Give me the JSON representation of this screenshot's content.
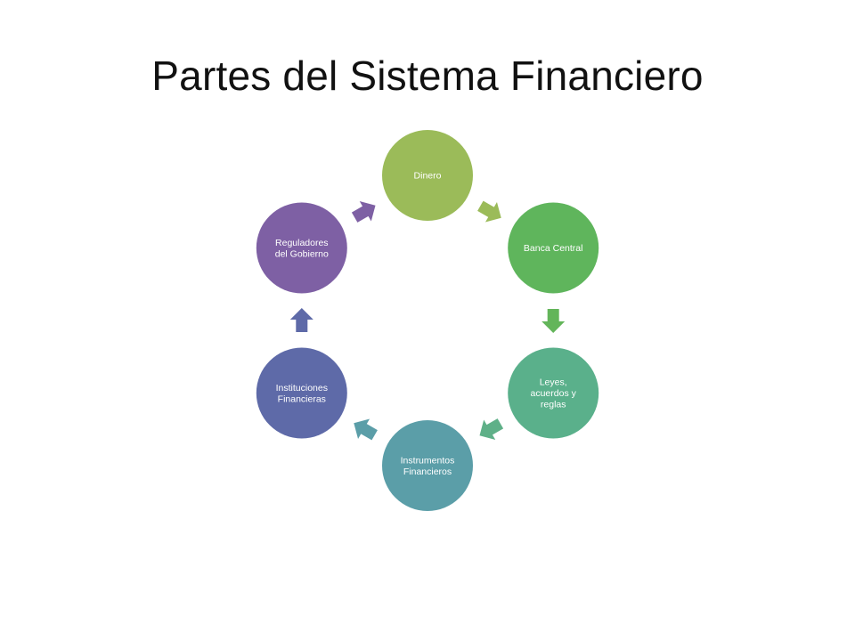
{
  "slide": {
    "title": "Partes del Sistema Financiero"
  },
  "diagram": {
    "nodes": [
      {
        "id": "dinero",
        "lines": [
          "Dinero"
        ],
        "color": "#9bbb59"
      },
      {
        "id": "banca-central",
        "lines": [
          "Banca Central"
        ],
        "color": "#5fb55c"
      },
      {
        "id": "leyes",
        "lines": [
          "Leyes,",
          "acuerdos y",
          "reglas"
        ],
        "color": "#5ab08b"
      },
      {
        "id": "instrumentos",
        "lines": [
          "Instrumentos",
          "Financieros"
        ],
        "color": "#5b9ea8"
      },
      {
        "id": "instituciones",
        "lines": [
          "Instituciones",
          "Financieras"
        ],
        "color": "#5e6aa8"
      },
      {
        "id": "reguladores",
        "lines": [
          "Reguladores",
          "del Gobierno"
        ],
        "color": "#7e60a4"
      }
    ],
    "arrow_colors": [
      "#9bbb59",
      "#63b55a",
      "#5fb088",
      "#5b9ea8",
      "#5e6aa8",
      "#7e60a4"
    ]
  }
}
